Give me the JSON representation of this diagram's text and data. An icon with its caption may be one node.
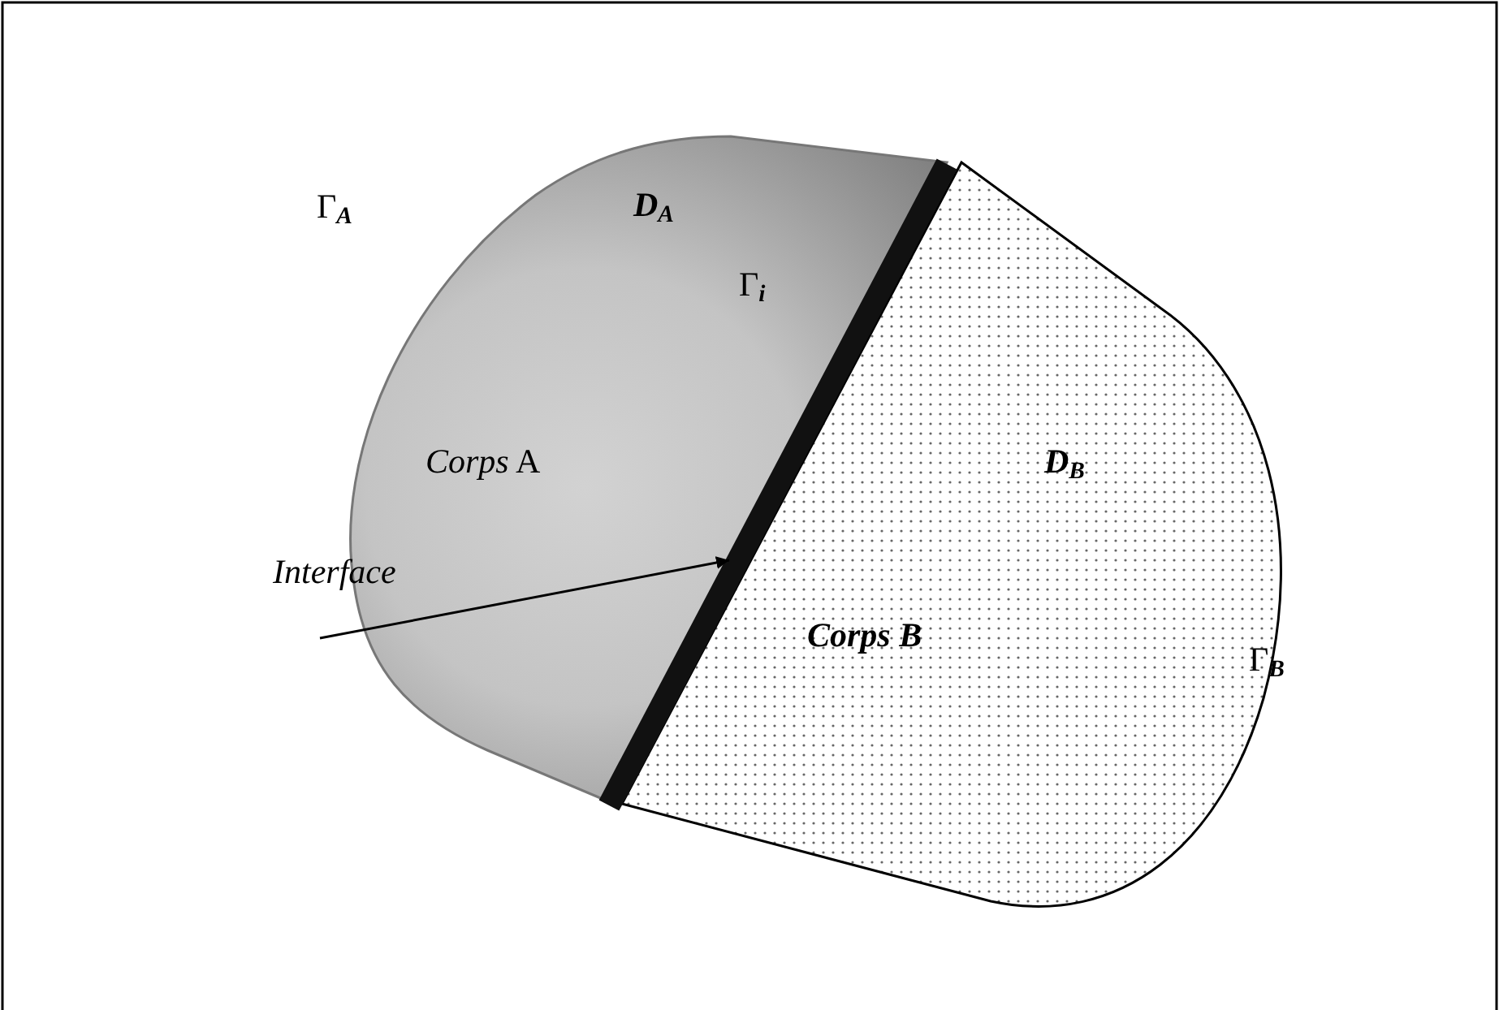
{
  "diagram": {
    "nodes": [
      {
        "text": [
          "D$_{A}$",
          "*Corps* A"
        ]
      },
      {
        "text": [
          "D$_{B}$",
          "Corps B"
        ]
      },
      {
        "text": [
          "*Interface*"
        ]
      }
    ],
    "edges": [
      {
        "from": 2,
        "to": 0,
        "arrow": "to"
      }
    ],
    "labels": [
      "Γ$_{A}$",
      "Γ$_{i}$",
      "Γ$_{B}$"
    ]
  }
}
